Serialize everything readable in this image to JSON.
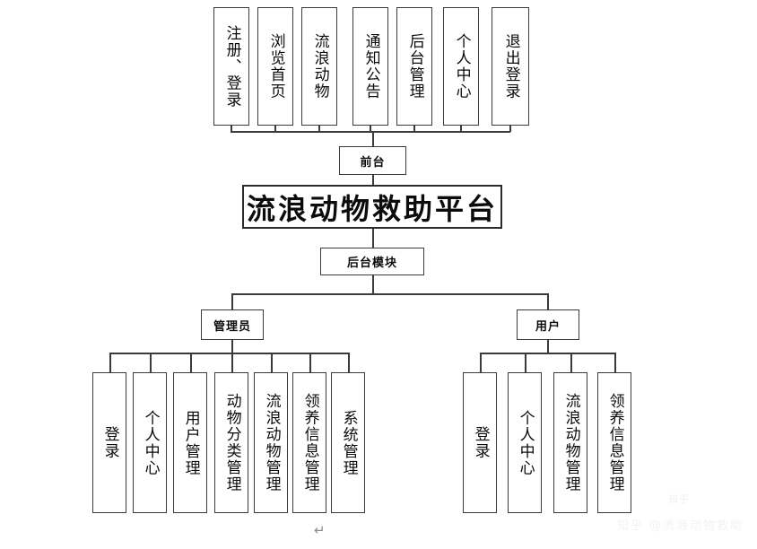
{
  "diagram": {
    "title_node": "流浪动物救助平台",
    "frontend_label": "前台",
    "backend_label": "后台模块",
    "admin_label": "管理员",
    "user_label": "用户",
    "frontend_items": [
      "注册、登录",
      "浏览首页",
      "流浪动物",
      "通知公告",
      "后台管理",
      "个人中心",
      "退出登录"
    ],
    "admin_items": [
      "登录",
      "个人中心",
      "用户管理",
      "动物分类管理",
      "流浪动物管理",
      "领养信息管理",
      "系统管理"
    ],
    "user_items": [
      "登录",
      "个人中心",
      "流浪动物管理",
      "领养信息管理"
    ],
    "paragraph_mark": "↵",
    "watermark_text": "知乎 @流浪动物救助",
    "watermark_logo": "知乎",
    "colors": {
      "background": "#ffffff",
      "box_border": "#3a3a3a",
      "title_border": "#2b2b2b",
      "text": "#0b0b0b",
      "line": "#3a3a3a",
      "watermark": "#8b8b8b"
    }
  }
}
